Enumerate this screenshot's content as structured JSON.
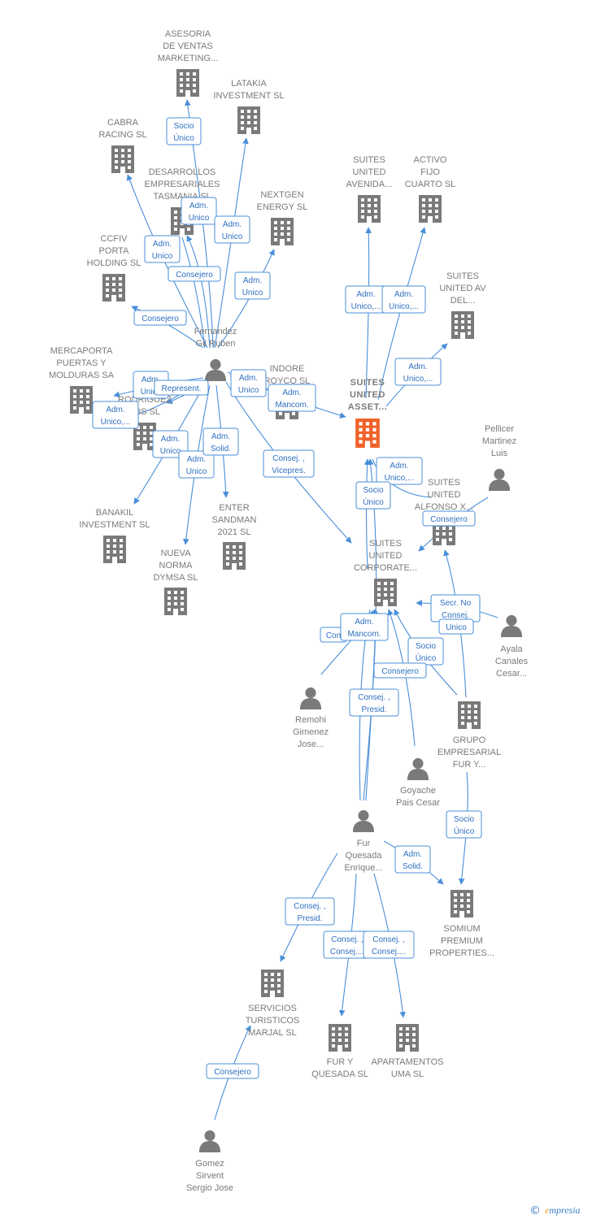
{
  "companies": [
    {
      "id": "c_asesoria",
      "lines": [
        "ASESORIA",
        "DE VENTAS",
        "MARKETING..."
      ]
    },
    {
      "id": "c_latakia",
      "lines": [
        "LATAKIA",
        "INVESTMENT SL"
      ]
    },
    {
      "id": "c_cabra",
      "lines": [
        "CABRA",
        "RACING  SL"
      ]
    },
    {
      "id": "c_desarrollos",
      "lines": [
        "DESARROLLOS",
        "EMPRESARIALES",
        "TASMANIA SL"
      ]
    },
    {
      "id": "c_nextgen",
      "lines": [
        "NEXTGEN",
        "ENERGY  SL"
      ]
    },
    {
      "id": "c_ccfiv",
      "lines": [
        "CCFIV",
        "PORTA",
        "HOLDING  SL"
      ]
    },
    {
      "id": "c_mercaporta",
      "lines": [
        "MERCAPORTA",
        "PUERTAS Y",
        "MOLDURAS SA"
      ]
    },
    {
      "id": "c_rodriguez",
      "lines": [
        "A",
        "RODRIGUEZ",
        "JOS SL"
      ]
    },
    {
      "id": "c_indore",
      "lines": [
        "INDORE",
        "ROYCO  SL"
      ]
    },
    {
      "id": "c_banakil",
      "lines": [
        "BANAKIL",
        "INVESTMENT SL"
      ]
    },
    {
      "id": "c_nueva",
      "lines": [
        "NUEVA",
        "NORMA",
        "DYMSA  SL"
      ]
    },
    {
      "id": "c_enter",
      "lines": [
        "ENTER",
        "SANDMAN",
        "2021  SL"
      ]
    },
    {
      "id": "c_suites_avenida",
      "lines": [
        "SUITES",
        "UNITED",
        "AVENIDA..."
      ]
    },
    {
      "id": "c_activo",
      "lines": [
        "ACTIVO",
        "FIJO",
        "CUARTO  SL"
      ]
    },
    {
      "id": "c_suites_avdel",
      "lines": [
        "SUITES",
        "UNITED AV",
        "DEL..."
      ]
    },
    {
      "id": "c_suites_asset",
      "lines": [
        "SUITES",
        "UNITED",
        "ASSET..."
      ],
      "focus": true
    },
    {
      "id": "c_suites_alfonso",
      "lines": [
        "SUITES",
        "UNITED",
        "ALFONSO X..."
      ]
    },
    {
      "id": "c_suites_corporate",
      "lines": [
        "SUITES",
        "UNITED",
        "CORPORATE..."
      ]
    },
    {
      "id": "c_grupo",
      "lines": [
        "GRUPO",
        "EMPRESARIAL",
        "FUR Y..."
      ]
    },
    {
      "id": "c_somium",
      "lines": [
        "SOMIUM",
        "PREMIUM",
        "PROPERTIES..."
      ]
    },
    {
      "id": "c_servicios",
      "lines": [
        "SERVICIOS",
        "TURISTICOS",
        "MARJAL SL"
      ]
    },
    {
      "id": "c_fur",
      "lines": [
        "FUR Y",
        "QUESADA  SL"
      ]
    },
    {
      "id": "c_apartamentos",
      "lines": [
        "APARTAMENTOS",
        "UMA  SL"
      ]
    }
  ],
  "persons": [
    {
      "id": "p_fernandez",
      "lines": [
        "Fernandez",
        "Gil Ruben"
      ]
    },
    {
      "id": "p_pellicer",
      "lines": [
        "Pellicer",
        "Martinez",
        "Luis"
      ]
    },
    {
      "id": "p_ayala",
      "lines": [
        "Ayala",
        "Canales",
        "Cesar..."
      ]
    },
    {
      "id": "p_remohi",
      "lines": [
        "Remohi",
        "Gimenez",
        "Jose..."
      ]
    },
    {
      "id": "p_goyache",
      "lines": [
        "Goyache",
        "Pais Cesar"
      ]
    },
    {
      "id": "p_fur",
      "lines": [
        "Fur",
        "Quesada",
        "Enrique..."
      ]
    },
    {
      "id": "p_gomez",
      "lines": [
        "Gomez",
        "Sirvent",
        "Sergio Jose"
      ]
    }
  ],
  "roles": [
    {
      "id": "r_socio_asesoria",
      "lines": [
        "Socio",
        "Único"
      ]
    },
    {
      "id": "r_adm_desarrollos",
      "lines": [
        "Adm.",
        "Unico"
      ]
    },
    {
      "id": "r_adm_latakia",
      "lines": [
        "Adm.",
        "Unico"
      ]
    },
    {
      "id": "r_adm_cabra",
      "lines": [
        "Adm.",
        "Unico"
      ]
    },
    {
      "id": "r_consejero_desarrollos",
      "lines": [
        "Consejero"
      ]
    },
    {
      "id": "r_adm_nextgen",
      "lines": [
        "Adm.",
        "Unico"
      ]
    },
    {
      "id": "r_consejero_ccfiv",
      "lines": [
        "Consejero"
      ]
    },
    {
      "id": "r_adm_mercaporta",
      "lines": [
        "Adm.",
        "Unico"
      ]
    },
    {
      "id": "r_represent",
      "lines": [
        "Represent."
      ]
    },
    {
      "id": "r_adm_unico_rodriguez",
      "lines": [
        "Adm.",
        "Unico,..."
      ]
    },
    {
      "id": "r_adm_indore",
      "lines": [
        "Adm.",
        "Unico"
      ]
    },
    {
      "id": "r_adm_mancom_asset",
      "lines": [
        "Adm.",
        "Mancom."
      ]
    },
    {
      "id": "r_adm_banakil",
      "lines": [
        "Adm.",
        "Unico"
      ]
    },
    {
      "id": "r_adm_nueva",
      "lines": [
        "Adm.",
        "Unico"
      ]
    },
    {
      "id": "r_adm_solid_enter",
      "lines": [
        "Adm.",
        "Solid."
      ]
    },
    {
      "id": "r_consej_vicepres",
      "lines": [
        "Consej. ,",
        "Vicepres."
      ]
    },
    {
      "id": "r_adm_avenida",
      "lines": [
        "Adm.",
        "Unico,..."
      ]
    },
    {
      "id": "r_adm_activo",
      "lines": [
        "Adm.",
        "Unico,..."
      ]
    },
    {
      "id": "r_adm_avdel",
      "lines": [
        "Adm.",
        "Unico,..."
      ]
    },
    {
      "id": "r_adm_alfonso",
      "lines": [
        "Adm.",
        "Unico,..."
      ]
    },
    {
      "id": "r_socio_corp_asset",
      "lines": [
        "Socio",
        "Único"
      ]
    },
    {
      "id": "r_consejero_pellicer",
      "lines": [
        "Consejero"
      ]
    },
    {
      "id": "r_secr_no_consej",
      "lines": [
        "Secr.  No",
        "Consej."
      ]
    },
    {
      "id": "r_unico_behind",
      "lines": [
        "Unico"
      ]
    },
    {
      "id": "r_con_behind",
      "lines": [
        "Con"
      ]
    },
    {
      "id": "r_adm_mancom_corp",
      "lines": [
        "Adm.",
        "Mancom."
      ]
    },
    {
      "id": "r_socio_grupo_corp",
      "lines": [
        "Socio",
        "Único"
      ]
    },
    {
      "id": "r_consejero_goyache",
      "lines": [
        "Consejero"
      ]
    },
    {
      "id": "r_consej_presid_corp",
      "lines": [
        "Consej. ,",
        "Presid."
      ]
    },
    {
      "id": "r_socio_grupo_somium",
      "lines": [
        "Socio",
        "Único"
      ]
    },
    {
      "id": "r_adm_solid_somium",
      "lines": [
        "Adm.",
        "Solid."
      ]
    },
    {
      "id": "r_consej_presid_servicios",
      "lines": [
        "Consej. ,",
        "Presid."
      ]
    },
    {
      "id": "r_consej_fur",
      "lines": [
        "Consej. ,",
        "Consej...."
      ]
    },
    {
      "id": "r_consej_apart",
      "lines": [
        "Consej. ,",
        "Consej...."
      ]
    },
    {
      "id": "r_consejero_gomez",
      "lines": [
        "Consejero"
      ]
    }
  ],
  "brand": {
    "copyright": "©",
    "first_letter": "e",
    "rest": "mpresia"
  },
  "colors": {
    "node": "#7a7a7a",
    "focus": "#f0622a",
    "edge": "#4a8fd9",
    "role_text": "#2f6fc0"
  }
}
